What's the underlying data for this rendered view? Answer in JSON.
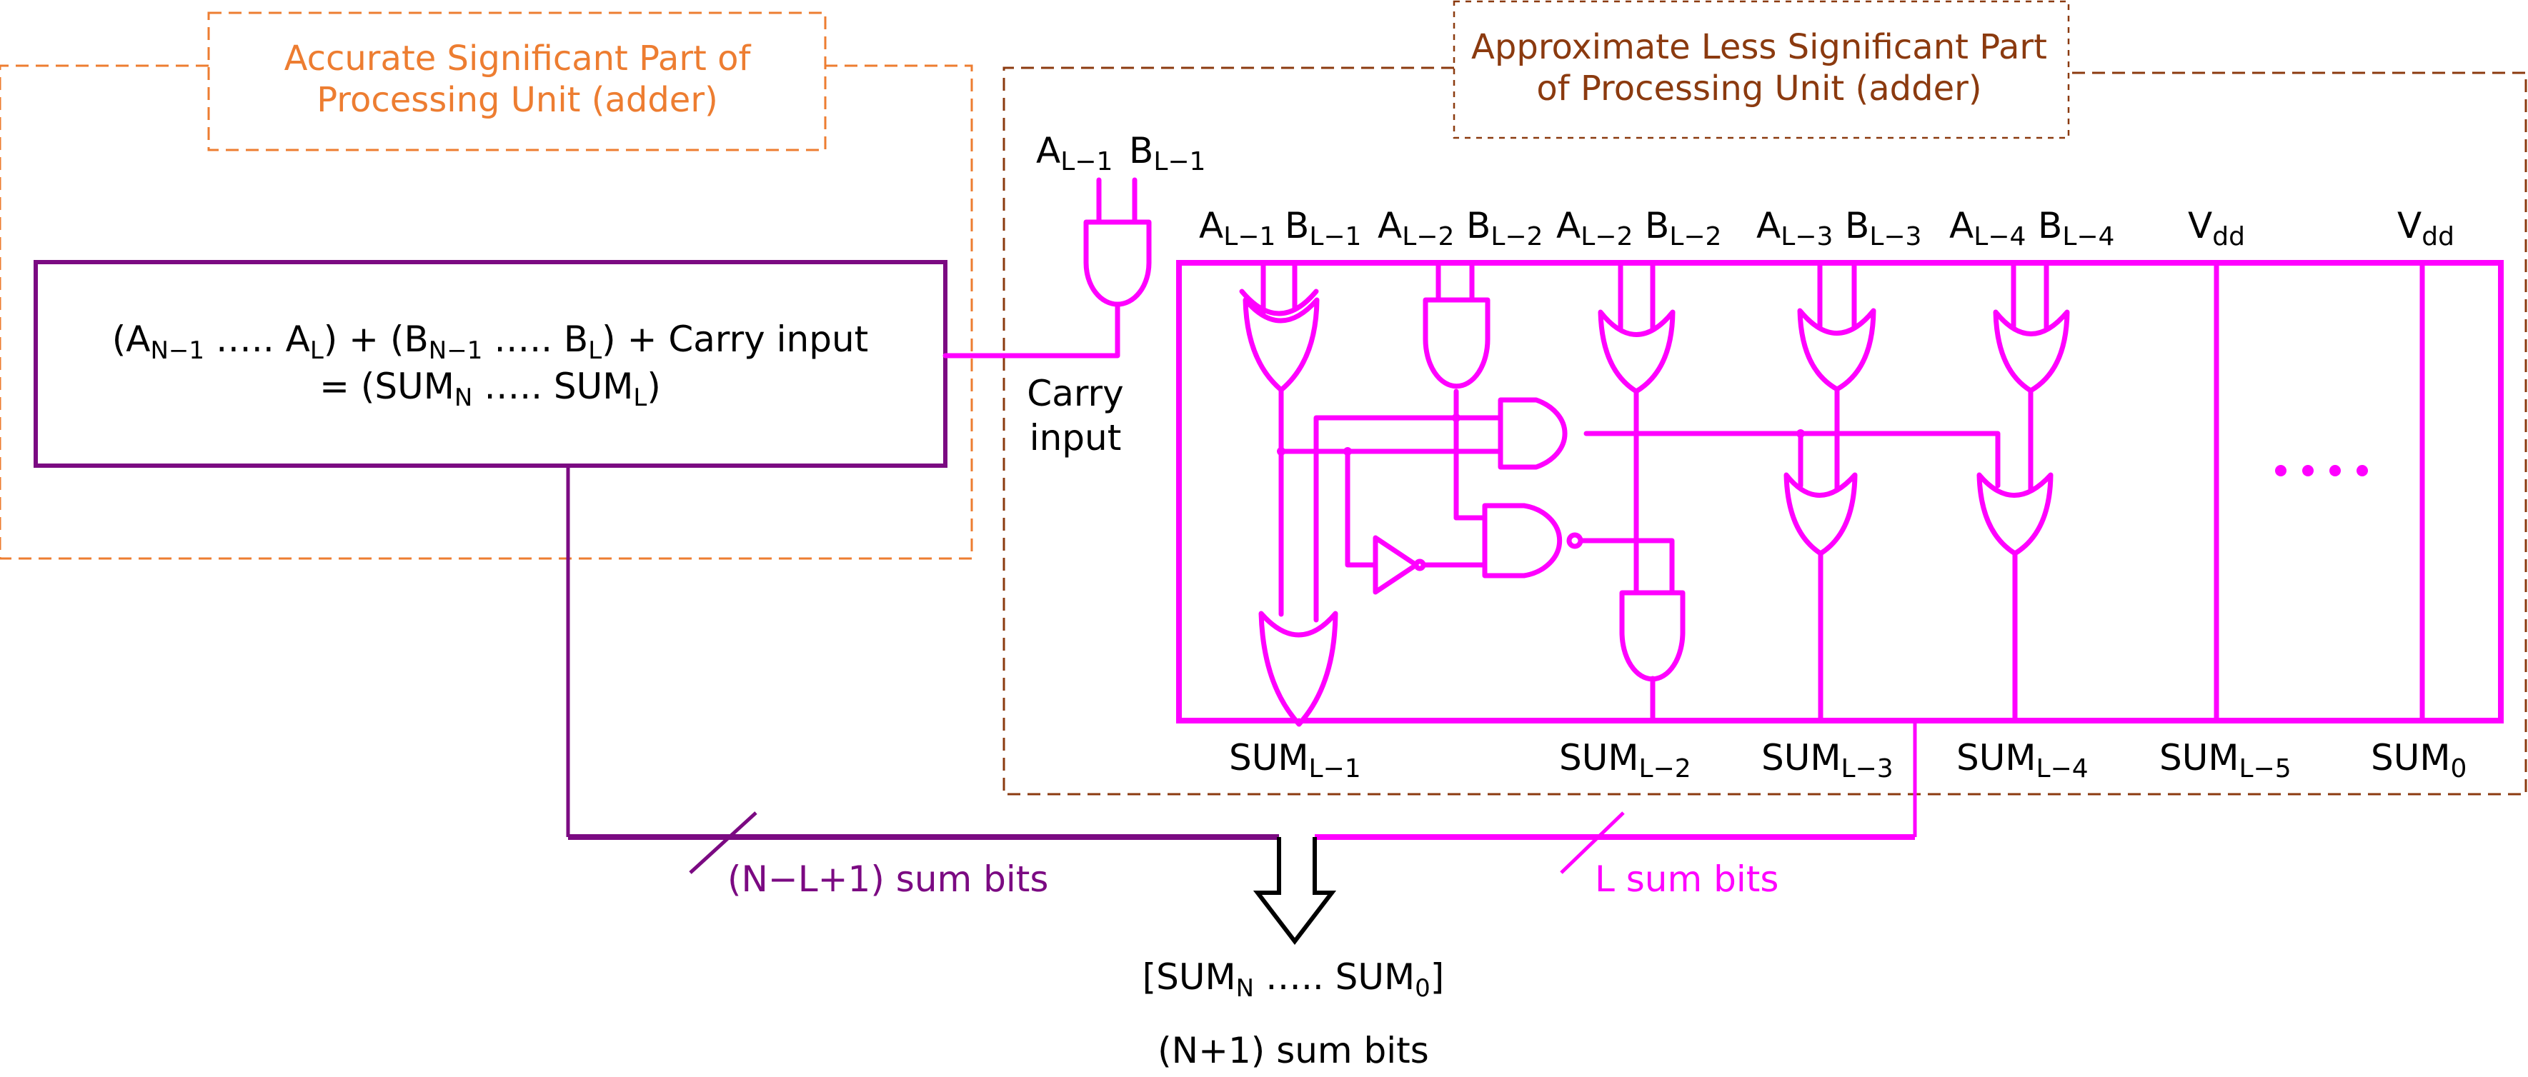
{
  "diagram": {
    "colors": {
      "accurate": "#ED7D31",
      "approximate": "#8B3A0F",
      "accurate_path": "#7B0A82",
      "approx_circuit": "#FF00FF",
      "text": "#000000"
    },
    "accurate_label": {
      "line1": "Accurate Significant Part of",
      "line2": "Processing Unit (adder)"
    },
    "approximate_label": {
      "line1": "Approximate Less Significant Part",
      "line2": "of Processing Unit (adder)"
    },
    "adder_box": {
      "line1": [
        {
          "t": "(A"
        },
        {
          "s": "N−1"
        },
        {
          "t": " ….. A"
        },
        {
          "s": "L"
        },
        {
          "t": ") + (B"
        },
        {
          "s": "N−1"
        },
        {
          "t": " ….. B"
        },
        {
          "s": "L"
        },
        {
          "t": ") + Carry input"
        }
      ],
      "line2": [
        {
          "t": "= (SUM"
        },
        {
          "s": "N"
        },
        {
          "t": " ….. SUM"
        },
        {
          "s": "L"
        },
        {
          "t": ")"
        }
      ]
    },
    "carry_gate_inputs": [
      {
        "base": "A",
        "sub": "L−1"
      },
      {
        "base": "B",
        "sub": "L−1"
      }
    ],
    "carry_label": [
      "Carry",
      "input"
    ],
    "top_inputs": [
      {
        "base": "A",
        "sub": "L−1"
      },
      {
        "base": "B",
        "sub": "L−1"
      },
      {
        "base": "A",
        "sub": "L−2"
      },
      {
        "base": "B",
        "sub": "L−2"
      },
      {
        "base": "A",
        "sub": "L−2"
      },
      {
        "base": "B",
        "sub": "L−2"
      },
      {
        "base": "A",
        "sub": "L−3"
      },
      {
        "base": "B",
        "sub": "L−3"
      },
      {
        "base": "A",
        "sub": "L−4"
      },
      {
        "base": "B",
        "sub": "L−4"
      },
      {
        "base": "V",
        "sub": "dd"
      },
      {
        "base": "V",
        "sub": "dd"
      }
    ],
    "sum_outputs": [
      {
        "base": "SUM",
        "sub": "L−1"
      },
      {
        "base": "SUM",
        "sub": "L−2"
      },
      {
        "base": "SUM",
        "sub": "L−3"
      },
      {
        "base": "SUM",
        "sub": "L−4"
      },
      {
        "base": "SUM",
        "sub": "L−5"
      },
      {
        "base": "SUM",
        "sub": "0"
      }
    ],
    "ellipsis_dots": 4,
    "bus_labels": {
      "accurate": "(N−L+1) sum bits",
      "approximate": "L sum bits"
    },
    "result": {
      "line1": [
        {
          "t": "[SUM"
        },
        {
          "s": "N"
        },
        {
          "t": " ….. SUM"
        },
        {
          "s": "0"
        },
        {
          "t": "]"
        }
      ],
      "line2": "(N+1) sum bits"
    },
    "gates": [
      {
        "type": "AND",
        "role": "carry-generation"
      },
      {
        "type": "XOR",
        "inputs": "A_L-1, B_L-1"
      },
      {
        "type": "AND",
        "inputs": "A_L-2, B_L-2"
      },
      {
        "type": "OR",
        "inputs": "A_L-2, B_L-2"
      },
      {
        "type": "OR",
        "inputs": "A_L-3, B_L-3"
      },
      {
        "type": "OR",
        "inputs": "A_L-4, B_L-4"
      },
      {
        "type": "AND",
        "role": "propagate"
      },
      {
        "type": "NOT"
      },
      {
        "type": "NAND"
      },
      {
        "type": "OR",
        "output": "SUM_L-1"
      },
      {
        "type": "AND",
        "output": "SUM_L-2"
      },
      {
        "type": "OR",
        "output": "SUM_L-3"
      },
      {
        "type": "OR",
        "output": "SUM_L-4"
      }
    ]
  }
}
